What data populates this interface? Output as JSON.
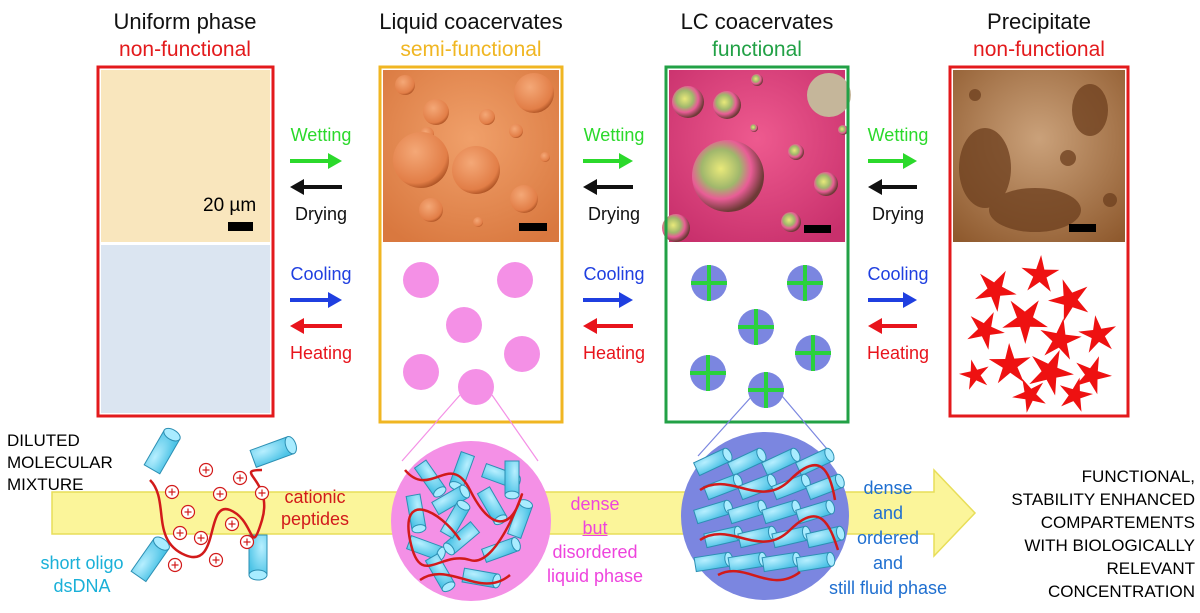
{
  "stages": [
    {
      "title": "Uniform phase",
      "status": "non-functional",
      "status_color": "#e31a1c",
      "frame_color": "#e31a1c"
    },
    {
      "title": "Liquid coacervates",
      "status": "semi-functional",
      "status_color": "#f0b622",
      "frame_color": "#f0b622"
    },
    {
      "title": "LC coacervates",
      "status": "functional",
      "status_color": "#22a146",
      "frame_color": "#22a146"
    },
    {
      "title": "Precipitate",
      "status": "non-functional",
      "status_color": "#e31a1c",
      "frame_color": "#e31a1c"
    }
  ],
  "scale_bar_label": "20 µm",
  "transitions": {
    "wetting": {
      "label": "Wetting",
      "color": "#2bd92b"
    },
    "drying": {
      "label": "Drying",
      "color": "#111111"
    },
    "cooling": {
      "label": "Cooling",
      "color": "#1f3fe0"
    },
    "heating": {
      "label": "Heating",
      "color": "#e8141c"
    }
  },
  "bottom": {
    "left_text": [
      "DILUTED",
      "MOLECULAR",
      "MIXTURE"
    ],
    "cationic": [
      "cationic",
      "peptides"
    ],
    "dsdna": [
      "short oligo",
      "dsDNA"
    ],
    "liquid_desc": {
      "line1": "dense",
      "line2": "but",
      "line3": "disordered",
      "line4": "liquid phase"
    },
    "lc_desc": [
      "dense",
      "and",
      "ordered",
      "and",
      "still fluid phase"
    ],
    "right_text": [
      "FUNCTIONAL,",
      "STABILITY ENHANCED",
      "COMPARTEMENTS",
      "WITH BIOLOGICALLY",
      "RELEVANT",
      "CONCENTRATION"
    ]
  },
  "colors": {
    "uniform_top": "#f9e6bd",
    "uniform_bottom": "#dbe5f1",
    "droplet_pink": "#f490e6",
    "lc_blob": "#7b86e0",
    "lc_cross": "#2ad13c",
    "precipitate_red": "#ee1111",
    "arrow_band": "#fbf59a",
    "dna_cyan": "#5ccde8",
    "peptide_red": "#d21a1a",
    "liquid_text": "#ee44dd",
    "lc_text": "#1f6fd0",
    "dsdna_text": "#1ab0d8"
  }
}
